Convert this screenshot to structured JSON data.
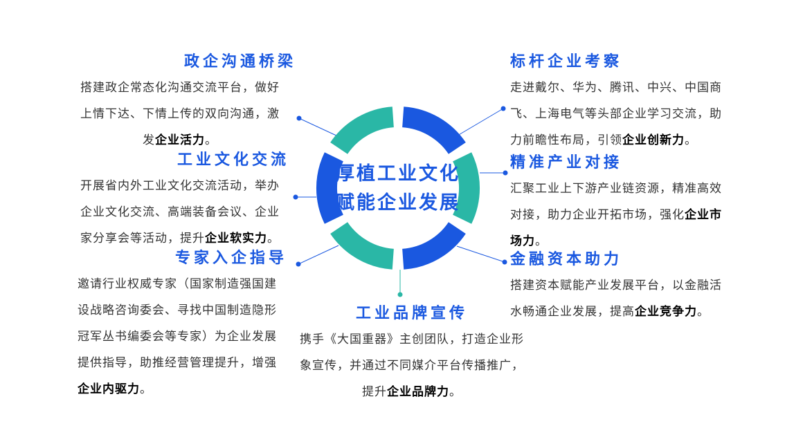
{
  "colors": {
    "blue": "#1a58e0",
    "teal": "#2ab7a6",
    "body_text": "#333333",
    "bold_text": "#000000",
    "background": "#ffffff"
  },
  "center": {
    "line1": "厚植工业文化",
    "line2": "赋能企业发展"
  },
  "sections": {
    "gov_communication": {
      "title": "政企沟通桥梁",
      "body": [
        {
          "text": "搭建政企常态化沟通交流平台，做好上情下达、下情上传的双向沟通，激发"
        },
        {
          "text": "企业活力",
          "bold": true
        },
        {
          "text": "。"
        }
      ]
    },
    "culture_exchange": {
      "title": "工业文化交流",
      "body": [
        {
          "text": "开展省内外工业文化交流活动，举办企业文化交流、高端装备会议、企业家分享会等活动，提升"
        },
        {
          "text": "企业软实力",
          "bold": true
        },
        {
          "text": "。"
        }
      ]
    },
    "expert_guidance": {
      "title": "专家入企指导",
      "body": [
        {
          "text": "邀请行业权威专家（国家制造强国建设战略咨询委会、寻找中国制造隐形冠军丛书编委会等专家）为企业发展提供指导，助推经营管理提升，增强"
        },
        {
          "text": "企业内驱力",
          "bold": true
        },
        {
          "text": "。"
        }
      ]
    },
    "benchmark_visits": {
      "title": "标杆企业考察",
      "body": [
        {
          "text": "走进戴尔、华为、腾讯、中兴、中国商飞、上海电气等头部企业学习交流，助力前瞻性布局，引领"
        },
        {
          "text": "企业创新力",
          "bold": true
        },
        {
          "text": "。"
        }
      ]
    },
    "industry_matching": {
      "title": "精准产业对接",
      "body": [
        {
          "text": "汇聚工业上下游产业链资源，精准高效对接，助力企业开拓市场，强化"
        },
        {
          "text": "企业市场力",
          "bold": true
        },
        {
          "text": "。"
        }
      ]
    },
    "financial_capital": {
      "title": "金融资本助力",
      "body": [
        {
          "text": "搭建资本赋能产业发展平台，以金融活水畅通企业发展，提高"
        },
        {
          "text": "企业竞争力",
          "bold": true
        },
        {
          "text": "。"
        }
      ]
    },
    "brand_promotion": {
      "title": "工业品牌宣传",
      "body": [
        {
          "text": "携手《大国重器》主创团队，打造企业形象宣传，并通过不同媒介平台传播推广，提升"
        },
        {
          "text": "企业品牌力",
          "bold": true
        },
        {
          "text": "。"
        }
      ]
    }
  }
}
